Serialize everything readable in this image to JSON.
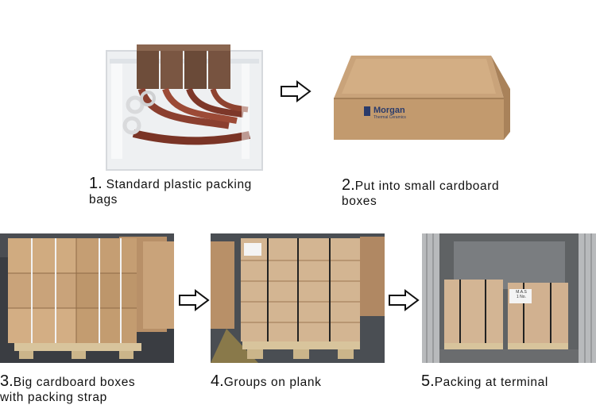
{
  "steps": [
    {
      "num": "1.",
      "line1": "Standard plastic packing",
      "line2": "bags"
    },
    {
      "num": "2.",
      "line1": "Put into small cardboard",
      "line2": "boxes"
    },
    {
      "num": "3.",
      "line1": "Big cardboard boxes",
      "line2": "with packing strap"
    },
    {
      "num": "4.",
      "line1": "Groups on plank",
      "line2": ""
    },
    {
      "num": "5.",
      "line1": "Packing at terminal",
      "line2": ""
    }
  ],
  "box_label": {
    "brand": "Morgan",
    "tagline": "Thermal Ceramics"
  },
  "container_box_label": {
    "line1": "M.A.S",
    "line2": "1 No."
  },
  "arrow_icon": "hollow-right-arrow",
  "colors": {
    "cardboard": "#c9a37a",
    "cardboard_dark": "#a9825a",
    "copper": "#8b3f2f",
    "floor": "#3a3d42",
    "pallet": "#d8c49c"
  }
}
